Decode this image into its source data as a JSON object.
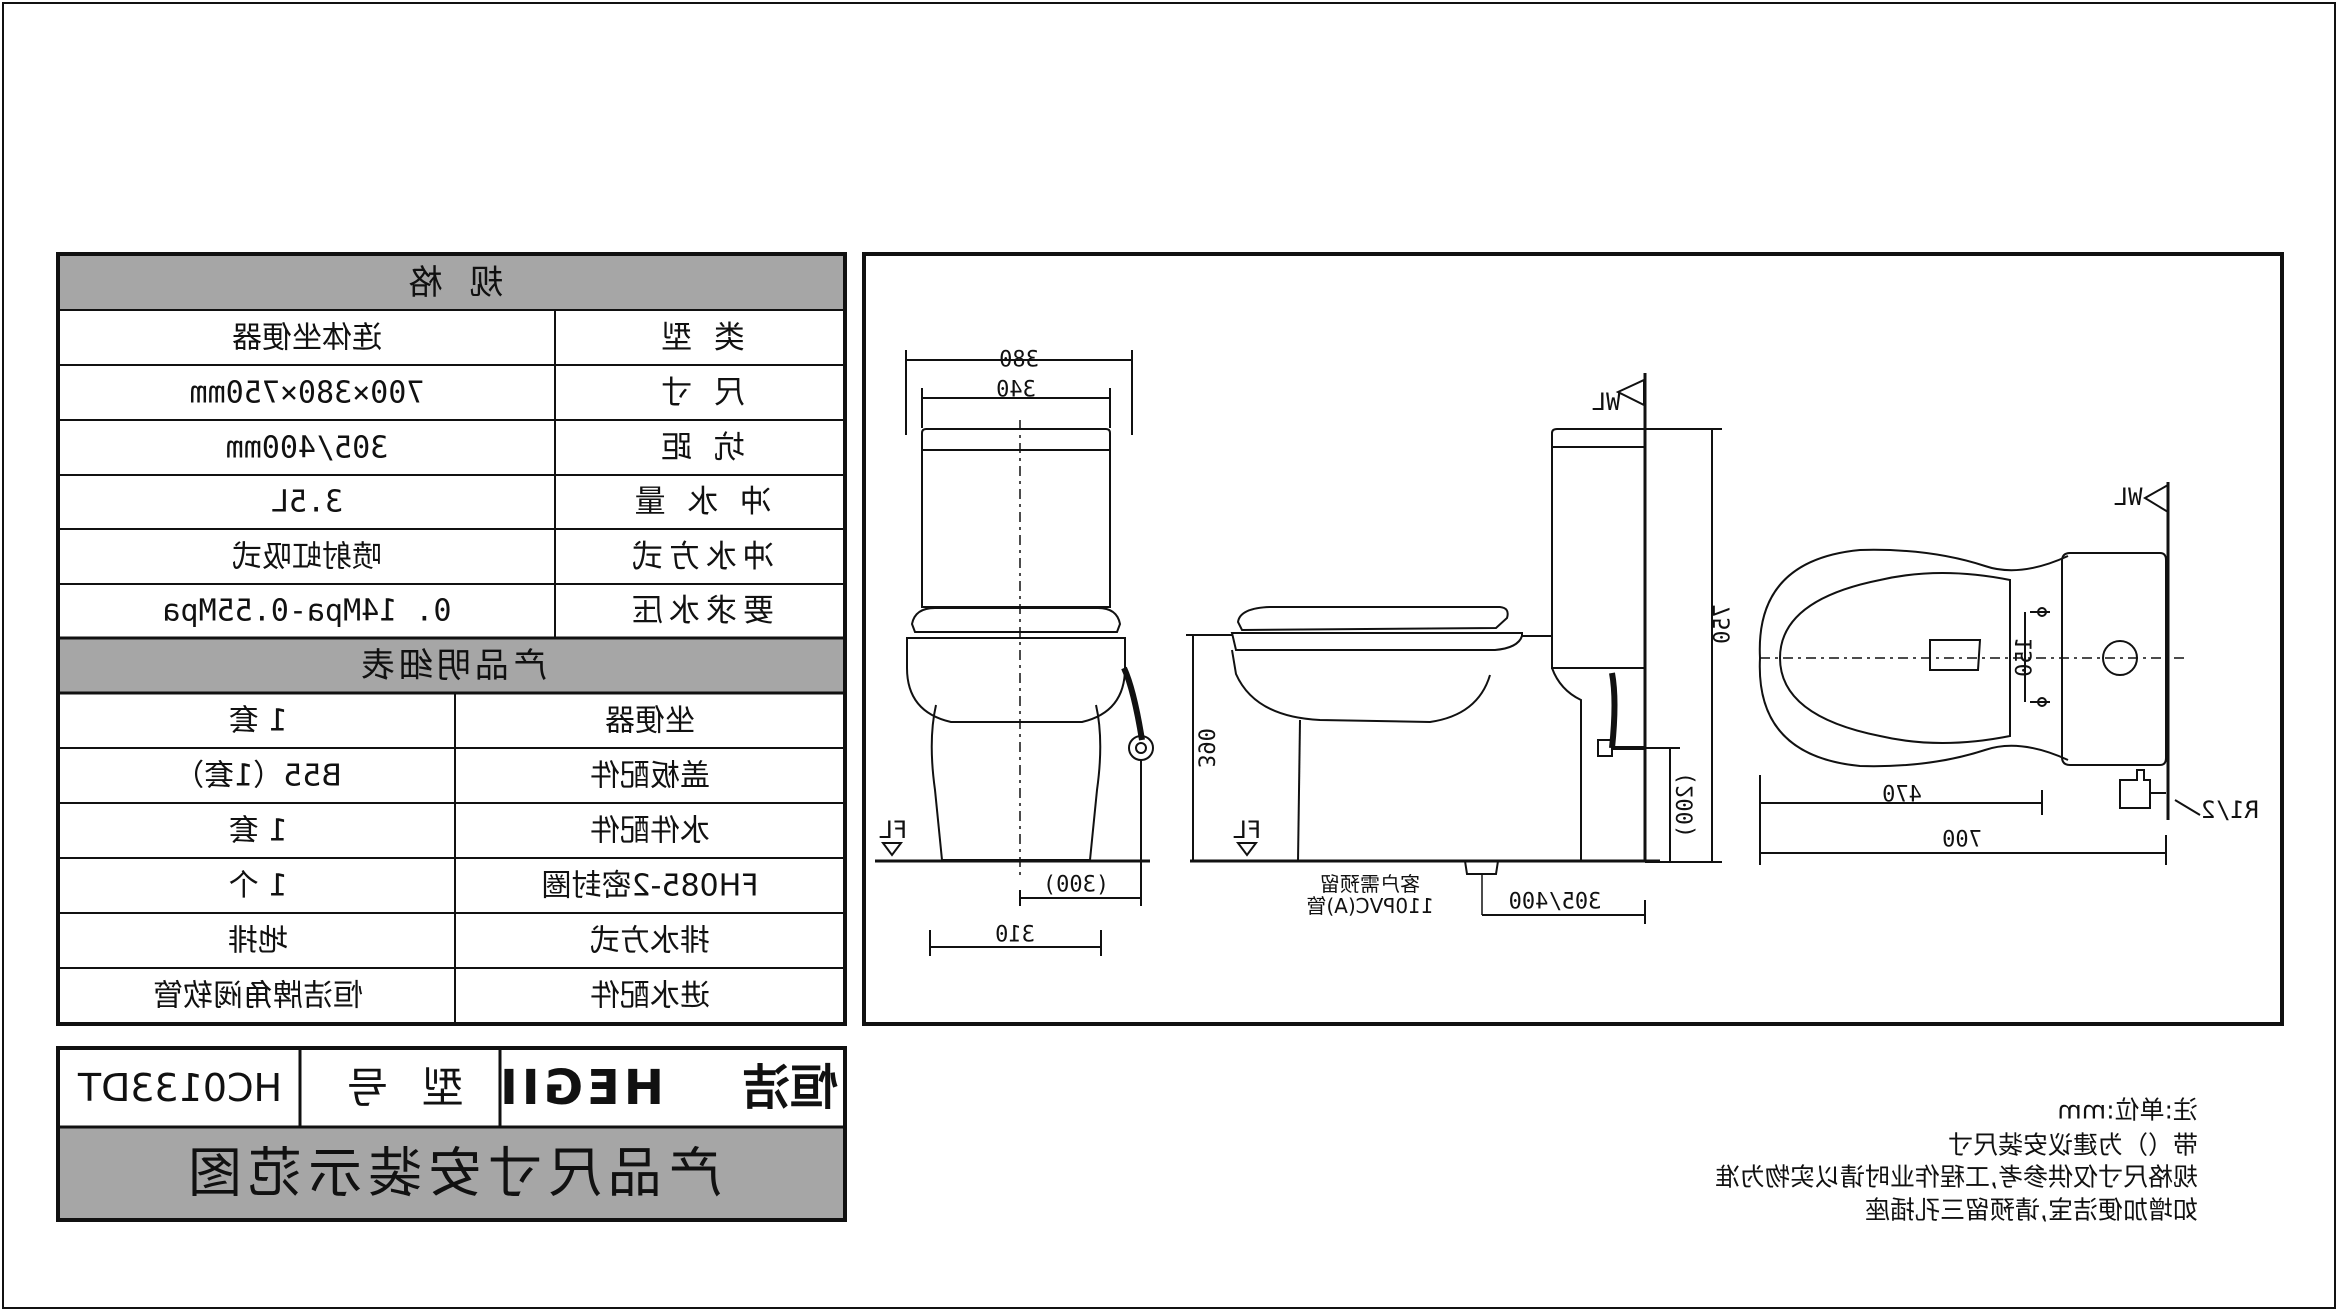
{
  "spec_table": {
    "title": "规 格",
    "rows": [
      {
        "label": "类  型",
        "value": "连体坐便器"
      },
      {
        "label": "尺  寸",
        "value": "700×380×750mm"
      },
      {
        "label": "坑  距",
        "value": "305/400mm"
      },
      {
        "label": "冲 水 量",
        "value": "3.5L"
      },
      {
        "label": "冲水方式",
        "value": "喷射虹吸式"
      },
      {
        "label": "要求水压",
        "value": "0. 14Mpa-0.55Mpa"
      }
    ]
  },
  "detail_table": {
    "title": "产品明细表",
    "rows": [
      {
        "label": "坐便器",
        "value": "1 套"
      },
      {
        "label": "盖板配件",
        "value": "B55（1套）"
      },
      {
        "label": "水件配件",
        "value": "1 套"
      },
      {
        "label": "FH085-2密封圈",
        "value": "1 个"
      },
      {
        "label": "排水方式",
        "value": "地排"
      },
      {
        "label": "进水配件",
        "value": "恒洁牌角阀软管"
      }
    ]
  },
  "model_bar": {
    "brand_cn": "恒洁",
    "brand_en": "HEGII",
    "model_label": "型 号",
    "model_code": "HC0133DT"
  },
  "sheet_title": "产品尺寸安装示范图",
  "drawing": {
    "front_view": {
      "dim_top_outer": "380",
      "dim_top_inner": "340",
      "floor_label": "FL",
      "dim_inlet_offset": "(300)",
      "dim_base": "310"
    },
    "side_view": {
      "wall_label": "WL",
      "floor_label": "FL",
      "dim_seat_height": "390",
      "dim_total_height": "750",
      "dim_inlet_height": "(200)",
      "dim_rough_in": "305/400",
      "note_line1": "客户需预留",
      "note_line2": "110PVC(A)管"
    },
    "top_view": {
      "wall_label": "WL",
      "dim_hole_spacing": "150",
      "dim_bowl": "470",
      "dim_length": "700",
      "inlet_label": "R1/2"
    }
  },
  "notes": [
    "注:单位:mm",
    "带（）为建议安装尺寸",
    "规格尺寸仅供参考,工程作业时请以实物为准",
    "如增加便洁宝,请预留三孔插座"
  ],
  "colors": {
    "header_fill": "#a6a6a6",
    "line": "#111111",
    "background": "#ffffff"
  }
}
